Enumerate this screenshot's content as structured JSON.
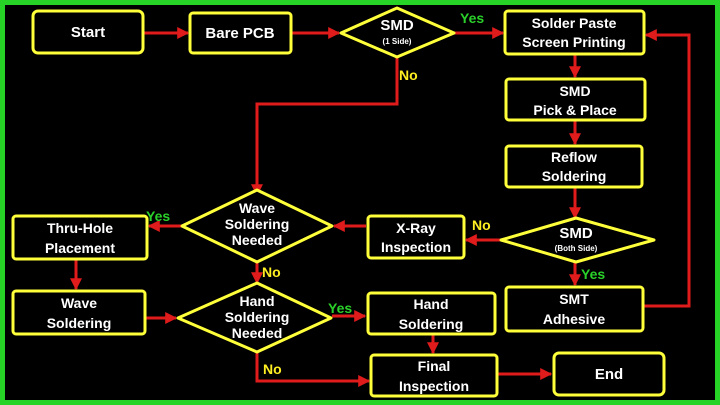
{
  "nodes": {
    "start": "Start",
    "bare_pcb": "Bare PCB",
    "smd_one_side": {
      "title": "SMD",
      "sub": "(1 Side)"
    },
    "solder_paste": {
      "line1": "Solder Paste",
      "line2": "Screen Printing"
    },
    "smd_pick": {
      "line1": "SMD",
      "line2": "Pick & Place"
    },
    "reflow": {
      "line1": "Reflow",
      "line2": "Soldering"
    },
    "smd_both": {
      "title": "SMD",
      "sub": "(Both Side)"
    },
    "smt_adhesive": {
      "line1": "SMT",
      "line2": "Adhesive"
    },
    "xray": {
      "line1": "X-Ray",
      "line2": "Inspection"
    },
    "wave_needed": {
      "line1": "Wave",
      "line2": "Soldering",
      "line3": "Needed"
    },
    "thru_hole": {
      "line1": "Thru-Hole",
      "line2": "Placement"
    },
    "wave_soldering": {
      "line1": "Wave",
      "line2": "Soldering"
    },
    "hand_needed": {
      "line1": "Hand",
      "line2": "Soldering",
      "line3": "Needed"
    },
    "hand_soldering": {
      "line1": "Hand",
      "line2": "Soldering"
    },
    "final": {
      "line1": "Final",
      "line2": "Inspection"
    },
    "end": "End"
  },
  "edge_labels": {
    "yes": "Yes",
    "no": "No"
  },
  "colors": {
    "background": "#000000",
    "frame": "#27d327",
    "box_border": "#ffff3a",
    "arrow": "#e01b1b",
    "yes_label": "#2ad02a",
    "no_label": "#ffee22",
    "text": "#ffffff"
  }
}
